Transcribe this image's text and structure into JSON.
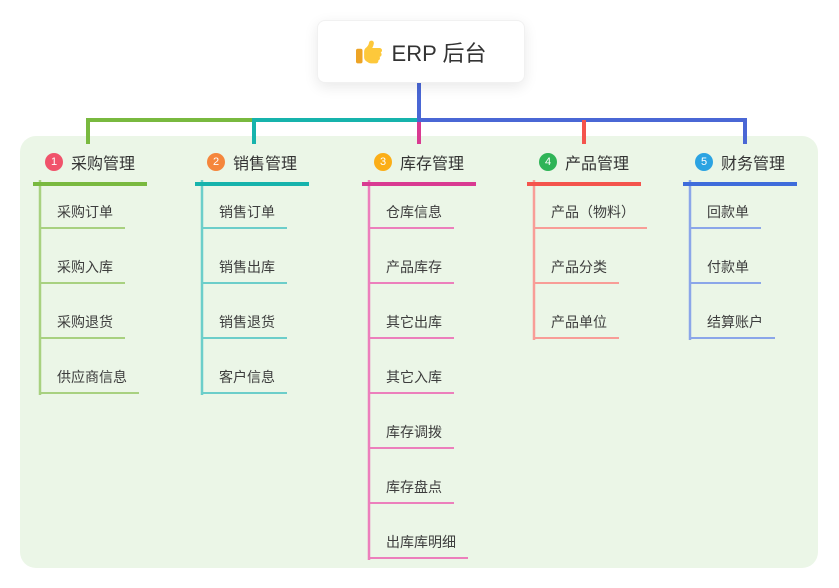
{
  "root": {
    "label": "ERP 后台",
    "icon": "thumbs-up"
  },
  "branches": [
    {
      "badge": "1",
      "label": "采购管理",
      "color": "#79b93f",
      "light_color": "#a8d180",
      "badge_color": "#f0536b",
      "children": [
        "采购订单",
        "采购入库",
        "采购退货",
        "供应商信息"
      ]
    },
    {
      "badge": "2",
      "label": "销售管理",
      "color": "#16b3ac",
      "light_color": "#6cceca",
      "badge_color": "#f5863c",
      "children": [
        "销售订单",
        "销售出库",
        "销售退货",
        "客户信息"
      ]
    },
    {
      "badge": "3",
      "label": "库存管理",
      "color": "#d93a92",
      "light_color": "#ec7fbc",
      "badge_color": "#fbae17",
      "children": [
        "仓库信息",
        "产品库存",
        "其它出库",
        "其它入库",
        "库存调拨",
        "库存盘点",
        "出库库明细"
      ]
    },
    {
      "badge": "4",
      "label": "产品管理",
      "color": "#f4544d",
      "light_color": "#f89d97",
      "badge_color": "#2fb457",
      "children": [
        "产品（物料）",
        "产品分类",
        "产品单位"
      ]
    },
    {
      "badge": "5",
      "label": "财务管理",
      "color": "#3e6cdb",
      "light_color": "#8ba6e9",
      "badge_color": "#2ba3e2",
      "children": [
        "回款单",
        "付款单",
        "结算账户"
      ]
    }
  ],
  "colors": {
    "trunk_blue": "#4a67d5",
    "panel_bg": "#ebf6e7",
    "text": "#333333"
  }
}
